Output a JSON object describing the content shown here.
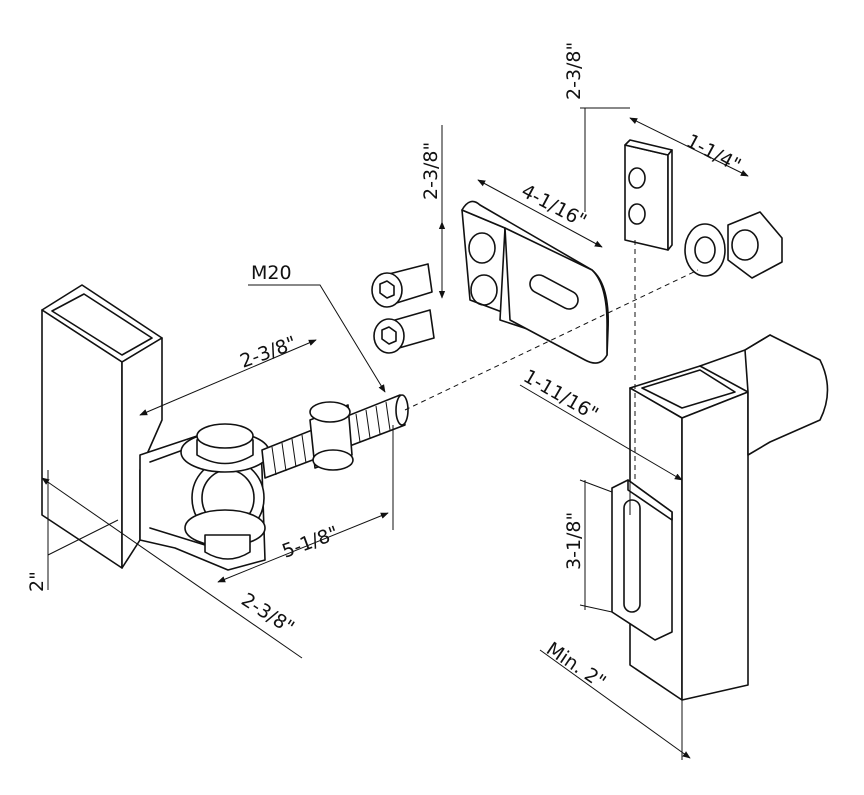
{
  "diagram": {
    "labels": {
      "thread": "M20",
      "bracket_height": "2-3/8\"",
      "bracket_length": "4-1/16\"",
      "plate_height": "2-3/8\"",
      "plate_width": "1-1/4\"",
      "hinge_throat": "2-3/8\"",
      "bolt_length": "5-1/8\"",
      "post_depth": "2-3/8\"",
      "post_size": "2\"",
      "offset": "1-11/16\"",
      "slot_height": "3-1/8\"",
      "min_post": "Min. 2\""
    }
  }
}
